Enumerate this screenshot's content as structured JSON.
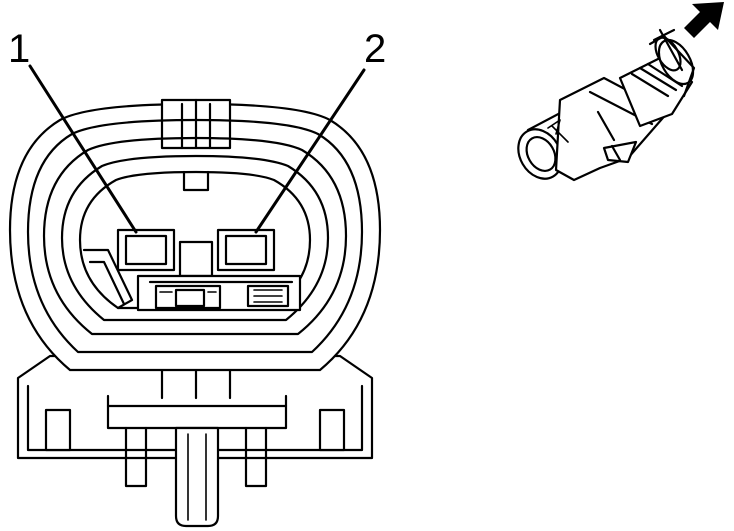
{
  "diagram": {
    "pin_labels": [
      {
        "id": "pin-1",
        "text": "1"
      },
      {
        "id": "pin-2",
        "text": "2"
      }
    ],
    "colors": {
      "line": "#000000",
      "background": "#ffffff"
    },
    "icons": [
      "connector-face-view",
      "connector-inline-view",
      "direction-arrow-icon"
    ]
  }
}
